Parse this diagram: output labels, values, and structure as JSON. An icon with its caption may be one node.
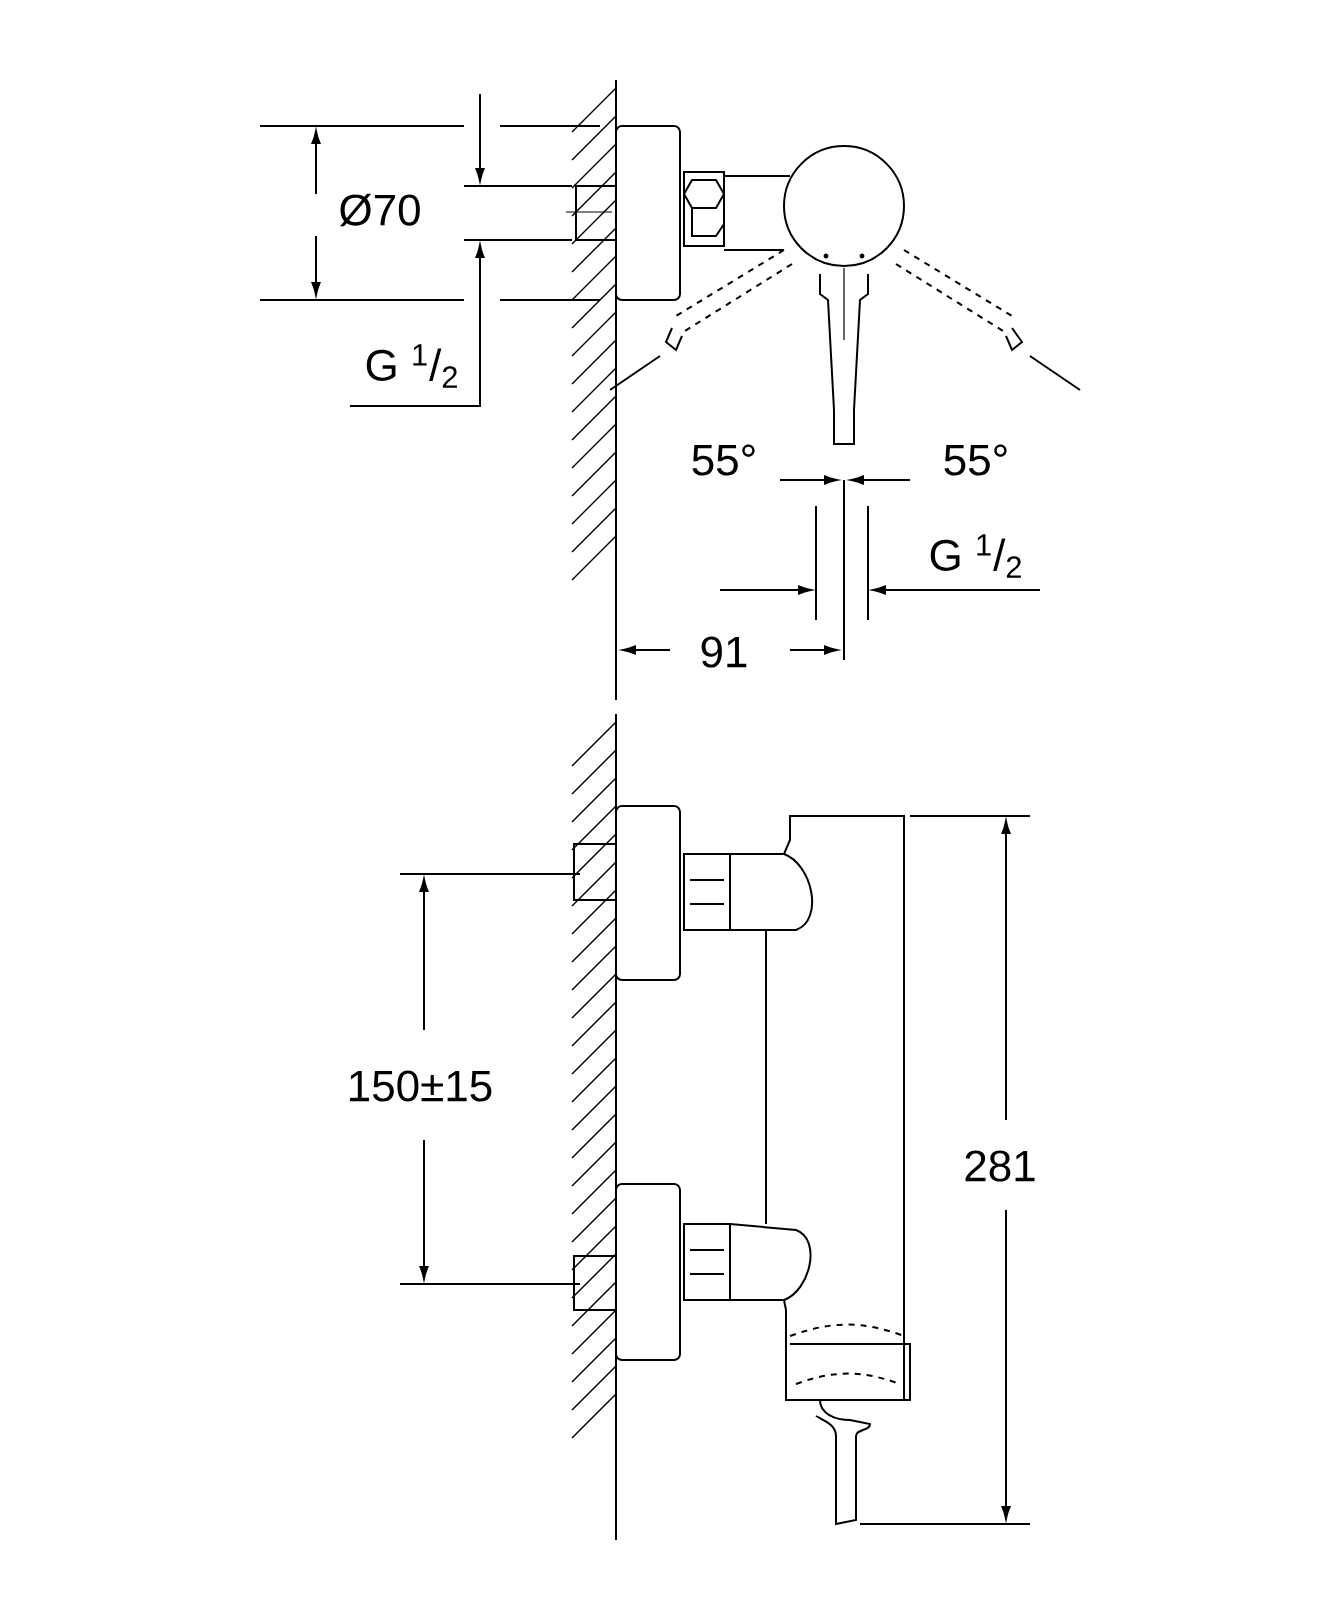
{
  "diagram": {
    "labels": [
      "Ø70",
      "G $^{1}$/$_{2}$",
      "55°",
      "55°",
      "G $^{1}$/$_{2}$",
      "91",
      "150±15",
      "281"
    ]
  }
}
